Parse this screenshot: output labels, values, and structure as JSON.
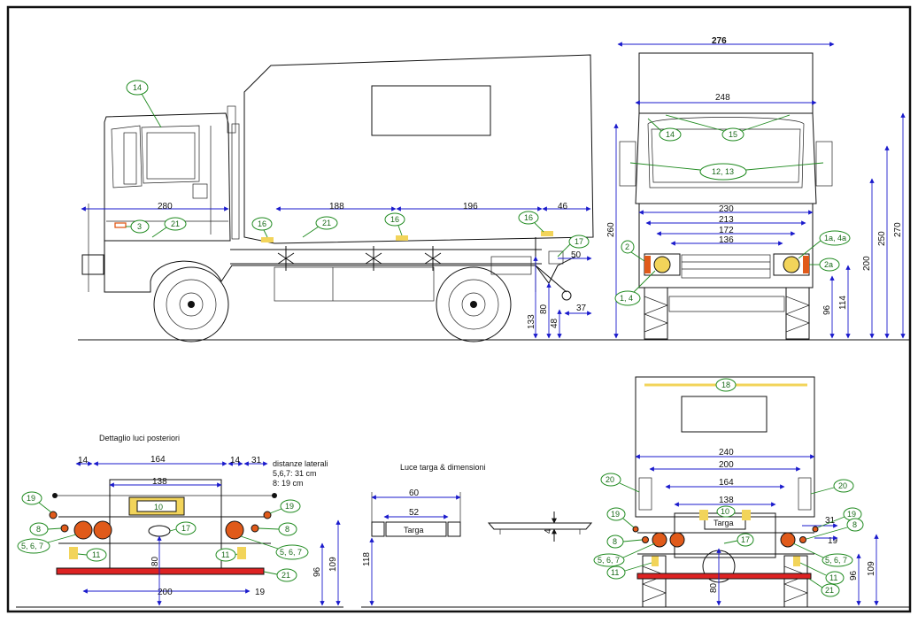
{
  "side": {
    "dims": {
      "d280": "280",
      "d188": "188",
      "d196": "196",
      "d46": "46",
      "d50": "50",
      "d37": "37",
      "d80": "80",
      "d48": "48",
      "d133": "133",
      "d260": "260"
    },
    "callouts": {
      "c14": "14",
      "c3": "3",
      "c21a": "21",
      "c21b": "21",
      "c16a": "16",
      "c16b": "16",
      "c16c": "16",
      "c17": "17"
    }
  },
  "front": {
    "dims": {
      "d276": "276",
      "d248": "248",
      "d230": "230",
      "d213": "213",
      "d172": "172",
      "d136": "136",
      "d270": "270",
      "d250": "250",
      "d200": "200",
      "d114": "114",
      "d96": "96"
    },
    "callouts": {
      "c14": "14",
      "c15": "15",
      "c1213": "12, 13",
      "c2": "2",
      "c14b": "1, 4",
      "c1a4a": "1a, 4a",
      "c2a": "2a"
    }
  },
  "rear_detail": {
    "title": "Dettaglio luci posteriori",
    "dims": {
      "d14a": "14",
      "d164": "164",
      "d14b": "14",
      "d31": "31",
      "d138": "138",
      "d200": "200",
      "d19": "19",
      "d80": "80",
      "d96": "96",
      "d109": "109"
    },
    "note": [
      "distanze laterali",
      "5,6,7: 31 cm",
      "8: 19 cm"
    ],
    "callouts": {
      "c19a": "19",
      "c19b": "19",
      "c8a": "8",
      "c8b": "8",
      "c567a": "5, 6, 7",
      "c567b": "5, 6, 7",
      "c10": "10",
      "c17": "17",
      "c11a": "11",
      "c11b": "11",
      "c21": "21"
    }
  },
  "plate": {
    "title": "Luce targa & dimensioni",
    "dims": {
      "d60": "60",
      "d52": "52",
      "d118": "118",
      "d4": "4"
    },
    "plate_label": "Targa"
  },
  "rear": {
    "dims": {
      "d240": "240",
      "d200": "200",
      "d164": "164",
      "d138": "138",
      "d31": "31",
      "d19": "19",
      "d96": "96",
      "d109": "109",
      "d80": "80"
    },
    "plate_label": "Targa",
    "callouts": {
      "c18": "18",
      "c20a": "20",
      "c20b": "20",
      "c19a": "19",
      "c19b": "19",
      "c8a": "8",
      "c8b": "8",
      "c10": "10",
      "c17": "17",
      "c567a": "5, 6, 7",
      "c567b": "5, 6, 7",
      "c11a": "11",
      "c11b": "11",
      "c21": "21"
    }
  },
  "colors": {
    "callout": "#1f8a1f",
    "dimension": "#1a1acc",
    "lamp_orange": "#e05a1a",
    "lamp_amber": "#f2d45a",
    "bumper": "#dd2222"
  }
}
